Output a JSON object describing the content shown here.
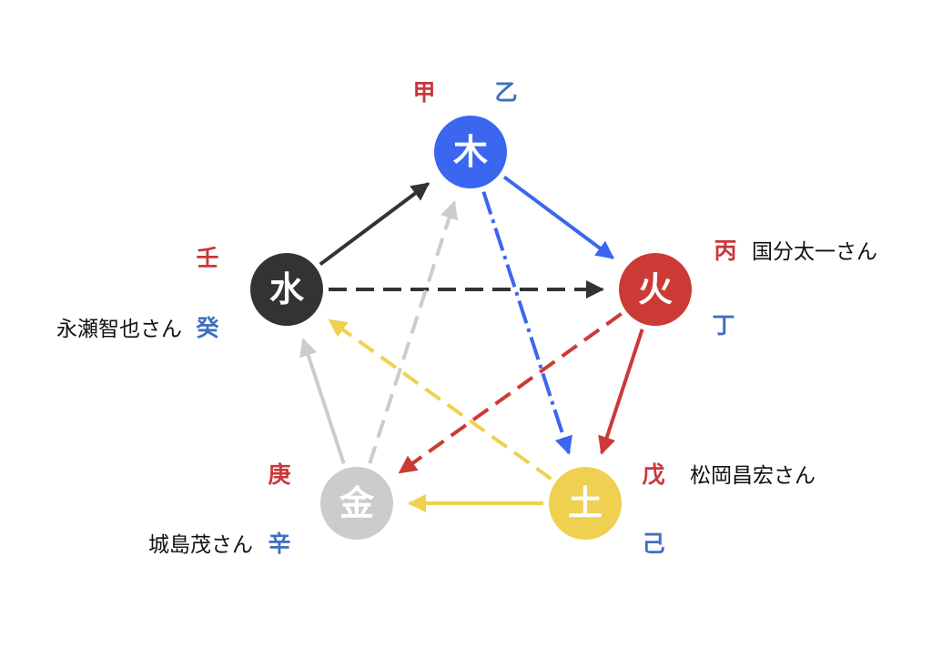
{
  "colors": {
    "wood": "#3a66f0",
    "fire": "#cc3a35",
    "earth": "#efd050",
    "metal": "#cccccc",
    "water": "#333333",
    "yang_label": "#c8373a",
    "yin_label": "#3f6fc0",
    "name": "#111111"
  },
  "elements": [
    {
      "key": "wood",
      "char": "木",
      "yang": "甲",
      "yin": "乙",
      "person": ""
    },
    {
      "key": "fire",
      "char": "火",
      "yang": "丙",
      "yin": "丁",
      "person": "国分太一さん"
    },
    {
      "key": "earth",
      "char": "土",
      "yang": "戊",
      "yin": "己",
      "person": "松岡昌宏さん"
    },
    {
      "key": "metal",
      "char": "金",
      "yang": "庚",
      "yin": "辛",
      "person": "城島茂さん"
    },
    {
      "key": "water",
      "char": "水",
      "yang": "壬",
      "yin": "癸",
      "person": "永瀬智也さん"
    }
  ],
  "relations": [
    {
      "from": "water",
      "to": "wood",
      "type": "generates"
    },
    {
      "from": "wood",
      "to": "fire",
      "type": "generates"
    },
    {
      "from": "fire",
      "to": "earth",
      "type": "generates"
    },
    {
      "from": "earth",
      "to": "metal",
      "type": "generates"
    },
    {
      "from": "metal",
      "to": "water",
      "type": "generates"
    },
    {
      "from": "water",
      "to": "fire",
      "type": "controls"
    },
    {
      "from": "wood",
      "to": "earth",
      "type": "controls"
    },
    {
      "from": "fire",
      "to": "metal",
      "type": "controls"
    },
    {
      "from": "earth",
      "to": "water",
      "type": "controls"
    },
    {
      "from": "metal",
      "to": "wood",
      "type": "controls"
    }
  ]
}
